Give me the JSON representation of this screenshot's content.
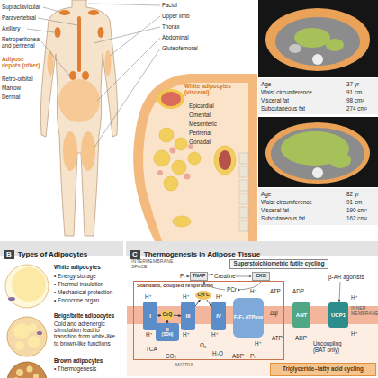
{
  "diagram": {
    "nodes": [
      {
        "text": [
          "B",
          "Types of Adipocytes"
        ]
      },
      {
        "text": [
          "C",
          "Thermogenesis in Adipose Tissue"
        ]
      },
      {
        "text": [
          "Superstoichiometric futile cycling"
        ],
        "in": 1
      },
      {
        "text": [
          "Standard, coupled respiration"
        ],
        "in": 1
      },
      {
        "text": [
          "I"
        ],
        "in": 3
      },
      {
        "text": [
          "CoQ"
        ],
        "in": 3
      },
      {
        "text": [
          "II",
          "(SDH)"
        ],
        "in": 3
      },
      {
        "text": [
          "III"
        ],
        "in": 3
      },
      {
        "text": [
          "Cyt C"
        ],
        "in": 3
      },
      {
        "text": [
          "IV"
        ],
        "in": 3
      },
      {
        "text": [
          "F₀F₁ ATPase"
        ],
        "in": 3
      },
      {
        "text": [
          "TNAP"
        ],
        "in": 1
      },
      {
        "text": [
          "CKB"
        ],
        "in": 1
      },
      {
        "text": [
          "ANT"
        ],
        "in": 1
      },
      {
        "text": [
          "UCP1"
        ],
        "in": 1
      },
      {
        "text": [
          "Triglyceride–fatty acid cycling"
        ],
        "in": 1
      }
    ],
    "edges": [
      {
        "from": 4,
        "to": 5,
        "arrow": "to"
      },
      {
        "from": 6,
        "to": 5,
        "arrow": "to"
      },
      {
        "from": 5,
        "to": 7,
        "arrow": "to"
      },
      {
        "from": 7,
        "to": 8,
        "arrow": "to"
      },
      {
        "from": 8,
        "to": 9,
        "arrow": "to"
      }
    ],
    "labels": [
      "Supraclavicular",
      "Paravertebral",
      "Axillary",
      "Retroperitoneal and perirenal",
      "Adipose depots (other)",
      "Retro-orbital",
      "Marrow",
      "Dermal",
      "Facial",
      "Upper limb",
      "Thorax",
      "Abdominal",
      "Gluteofemoral",
      "White adipocytes (visceral)",
      "Epicardial",
      "Omental",
      "Mesenteric",
      "Perirenal",
      "Gonadal",
      "Age",
      "37 yr",
      "Waist circumference",
      "91 cm",
      "Visceral fat",
      "98 cm²",
      "Subcutaneous fat",
      "274 cm²",
      "Age",
      "82 yr",
      "Waist circumference",
      "91 cm",
      "Visceral fat",
      "190 cm²",
      "Subcutaneous fat",
      "162 cm²",
      "White adipocytes",
      "• Energy storage",
      "• Thermal insulation",
      "• Mechanical protection",
      "• Endocrine organ",
      "Beige/brite adipocytes",
      "Cold and adrenergic stimulation lead to transition from white-like to brown-like functions",
      "Brown adipocytes",
      "• Thermogenesis",
      "INTERMEMBRANE SPACE",
      "Pᵢ",
      "Creatine",
      "PCr",
      "H⁺",
      "H⁺",
      "H⁺",
      "H⁺",
      "H⁺",
      "H⁺",
      "H⁺",
      "H⁺",
      "H⁺",
      "H⁺",
      "Δψ",
      "TCA",
      "CO₂",
      "O₂",
      "H₂O",
      "ATP",
      "ADP",
      "ATP",
      "ADP",
      "ADP + Pᵢ",
      "β-AR agonists",
      "INNER MEMBRANE",
      "Uncoupling (BAT only)",
      "MATRIX"
    ]
  }
}
